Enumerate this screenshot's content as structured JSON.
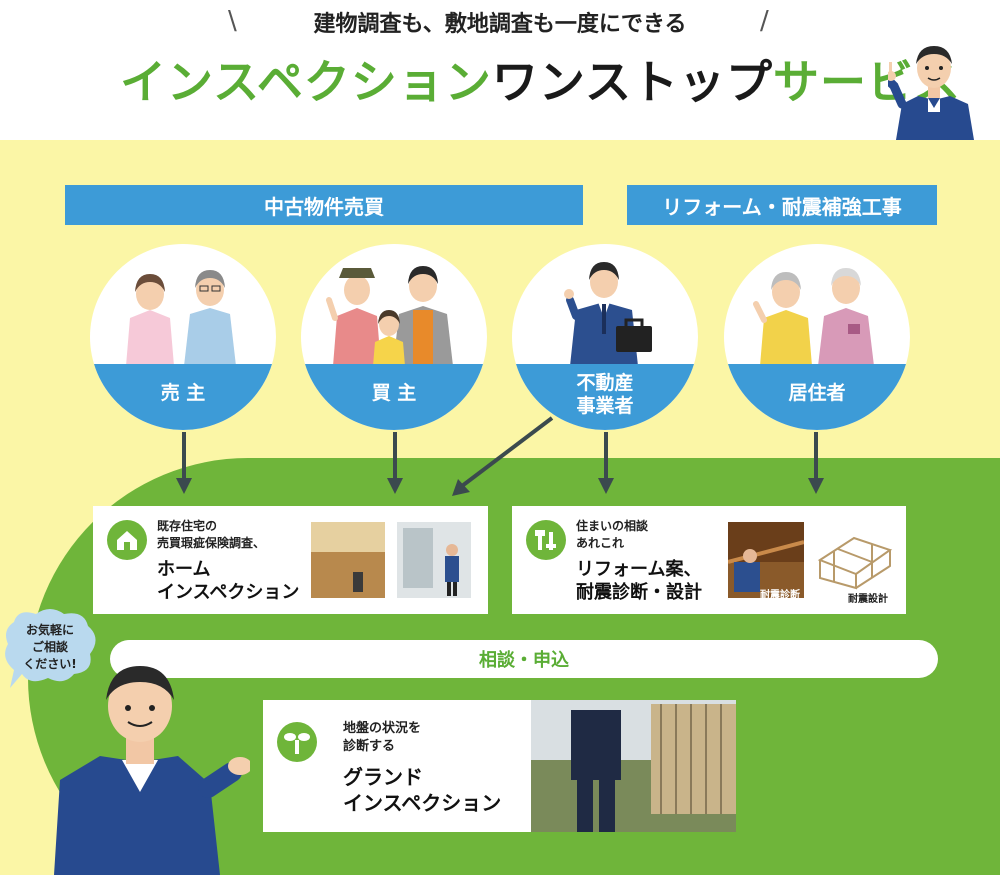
{
  "header": {
    "subtitle": "建物調査も、敷地調査も一度にできる",
    "title_part1": "インスペクション",
    "title_part2": "ワンストップ",
    "title_part3": "サービス"
  },
  "categories": [
    {
      "label": "中古物件売買"
    },
    {
      "label": "リフォーム・耐震補強工事"
    }
  ],
  "personas": [
    {
      "label": "売 主"
    },
    {
      "label": "買 主"
    },
    {
      "label_line1": "不動産",
      "label_line2": "事業者"
    },
    {
      "label": "居住者"
    }
  ],
  "services": [
    {
      "small_line1": "既存住宅の",
      "small_line2": "売買瑕疵保険調査、",
      "big_line1": "ホーム",
      "big_line2": "インスペクション"
    },
    {
      "small_line1": "住まいの相談",
      "small_line2": "あれこれ",
      "big_line1": "リフォーム案、",
      "big_line2": "耐震診断・設計",
      "photo_caption1": "耐震診断",
      "photo_caption2": "耐震設計"
    },
    {
      "small_line1": "地盤の状況を",
      "small_line2": "診断する",
      "big_line1": "グランド",
      "big_line2": "インスペクション"
    }
  ],
  "consult_label": "相談・申込",
  "bubble": {
    "line1": "お気軽に",
    "line2": "ご相談",
    "line3": "ください!"
  },
  "colors": {
    "accent_green": "#6fb53a",
    "accent_blue": "#3d9bd7",
    "background_yellow": "#fbf6a6",
    "arrow": "#3b4a4e"
  }
}
